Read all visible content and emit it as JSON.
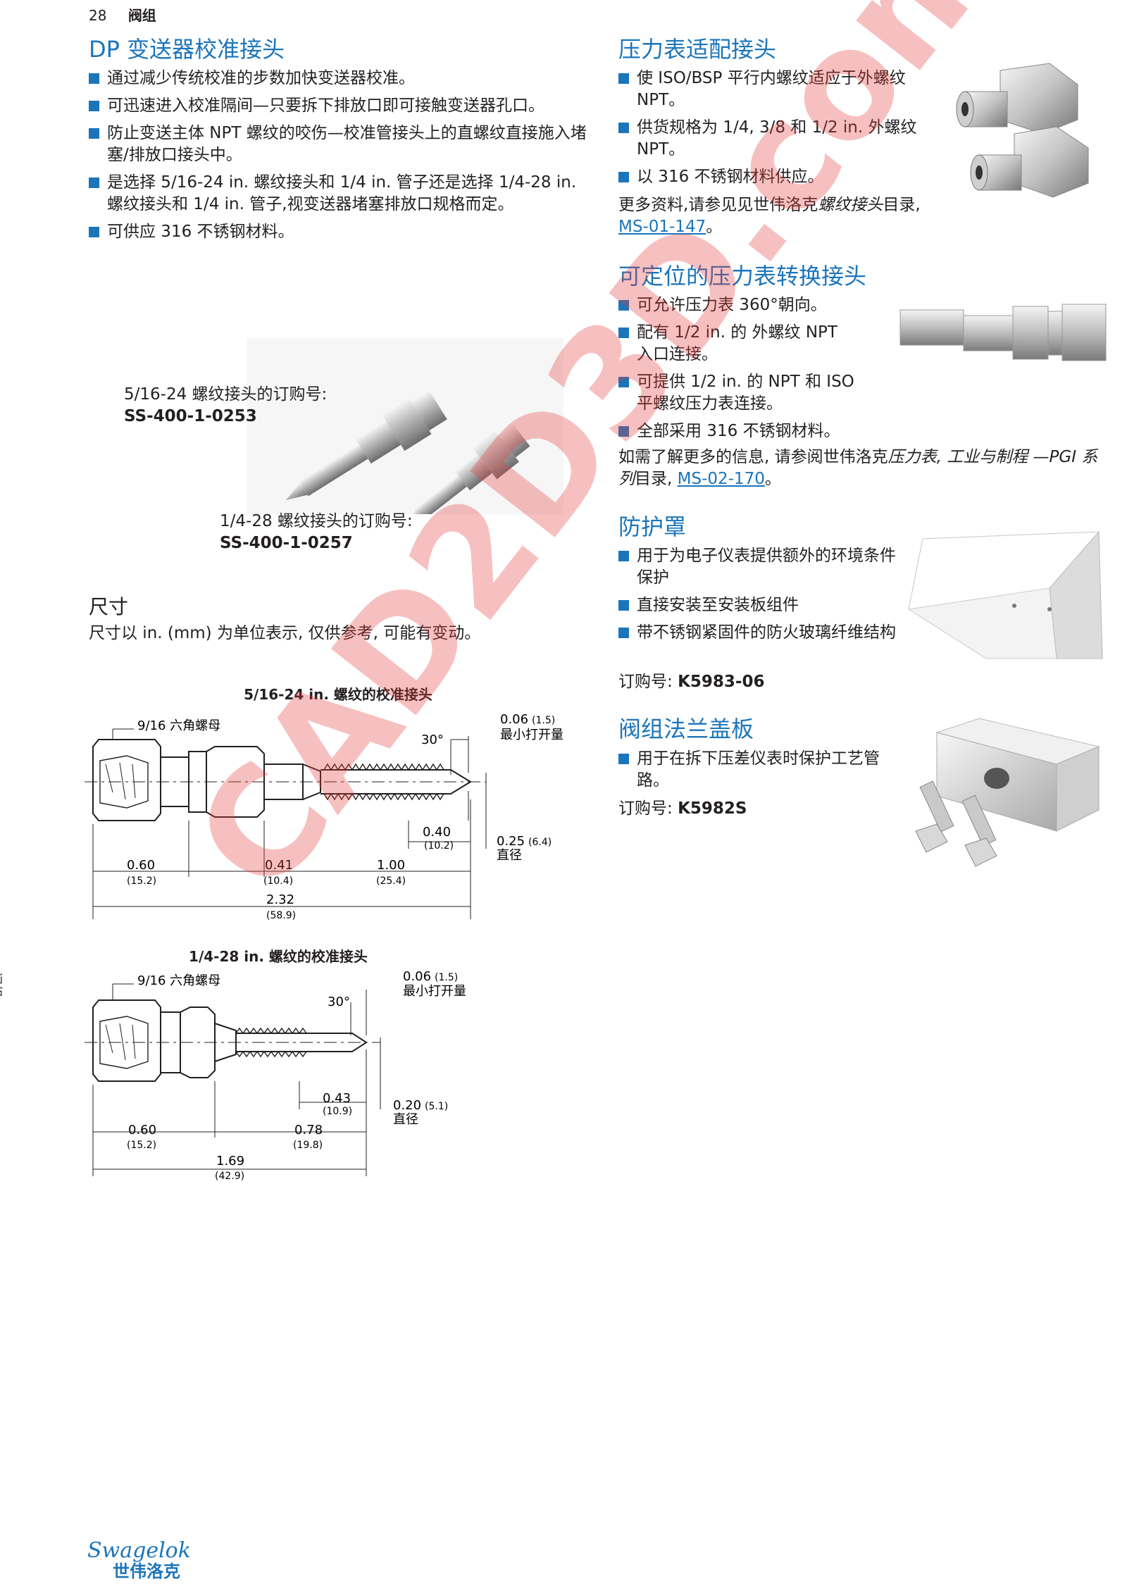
{
  "header": {
    "page_number": "28",
    "section": "阀组"
  },
  "side_tab": "阀组",
  "dp": {
    "title": "DP 变送器校准接头",
    "bullets": [
      "通过减少传统校准的步数加快变送器校准。",
      "可迅速进入校准隔间—只要拆下排放口即可接触变送器孔口。",
      "防止变送主体 NPT 螺纹的咬伤—校准管接头上的直螺纹直接施入堵塞/排放口接头中。",
      "是选择 5/16-24 in. 螺纹接头和 1/4 in. 管子还是选择 1/4-28 in. 螺纹接头和 1/4 in. 管子,视变送器堵塞排放口规格而定。",
      "可供应 316 不锈钢材料。"
    ],
    "caption1_label": "5/16-24 螺纹接头的订购号:",
    "caption1_part": "SS-400-1-0253",
    "caption2_label": "1/4-28 螺纹接头的订购号:",
    "caption2_part": "SS-400-1-0257"
  },
  "dimensions": {
    "title": "尺寸",
    "note": "尺寸以 in. (mm) 为单位表示, 仅供参考, 可能有变动。",
    "drawing1": {
      "title": "5/16-24 in. 螺纹的校准接头",
      "hex_nut": "9/16 六角螺母",
      "angle": "30°",
      "min_opening": "0.06",
      "min_opening_mm": "(1.5)",
      "min_opening_label": "最小打开量",
      "d040": "0.40",
      "d040_mm": "(10.2)",
      "d025": "0.25",
      "d025_mm": "(6.4)",
      "dia_label": "直径",
      "d060": "0.60",
      "d060_mm": "(15.2)",
      "d041": "0.41",
      "d041_mm": "(10.4)",
      "d100": "1.00",
      "d100_mm": "(25.4)",
      "d232": "2.32",
      "d232_mm": "(58.9)"
    },
    "drawing2": {
      "title": "1/4-28 in. 螺纹的校准接头",
      "hex_nut": "9/16 六角螺母",
      "angle": "30°",
      "min_opening": "0.06",
      "min_opening_mm": "(1.5)",
      "min_opening_label": "最小打开量",
      "d043": "0.43",
      "d043_mm": "(10.9)",
      "d020": "0.20",
      "d020_mm": "(5.1)",
      "dia_label": "直径",
      "d060": "0.60",
      "d060_mm": "(15.2)",
      "d078": "0.78",
      "d078_mm": "(19.8)",
      "d169": "1.69",
      "d169_mm": "(42.9)"
    }
  },
  "gauge_adapter": {
    "title": "压力表适配接头",
    "bullets": [
      "使 ISO/BSP 平行内螺纹适应于外螺纹 NPT。",
      "供货规格为 1/4, 3/8 和 1/2 in. 外螺纹 NPT。",
      "以 316 不锈钢材料供应。"
    ],
    "more_prefix": "更多资料,请参见见世伟洛克",
    "more_italic": "螺纹接头",
    "more_suffix": "目录,",
    "link": "MS-01-147",
    "end": "。"
  },
  "positionable": {
    "title": "可定位的压力表转换接头",
    "bullets": [
      "可允许压力表 360°朝向。",
      "配有 1/2 in. 的 外螺纹 NPT 入口连接。",
      "可提供 1/2 in. 的 NPT 和 ISO 平螺纹压力表连接。",
      "全部采用 316 不锈钢材料。"
    ],
    "more_prefix": "如需了解更多的信息, 请参阅世伟洛克",
    "more_italic": "压力表, 工业与制程 —PGI 系列",
    "more_suffix": "目录,",
    "link": "MS-02-170",
    "end": "。"
  },
  "enclosure": {
    "title": "防护罩",
    "bullets": [
      "用于为电子仪表提供额外的环境条件保护",
      "直接安装至安装板组件",
      "带不锈钢紧固件的防火玻璃纤维结构"
    ],
    "order_label": "订购号:",
    "order_no": "K5983-06"
  },
  "flange_plate": {
    "title": "阀组法兰盖板",
    "bullets": [
      "用于在拆下压差仪表时保护工艺管路。"
    ],
    "order_label": "订购号:",
    "order_no": "K5982S"
  },
  "watermark": "CAD2D3D.com",
  "logo": {
    "brand": "Swagelok",
    "cn": "世伟洛克"
  }
}
